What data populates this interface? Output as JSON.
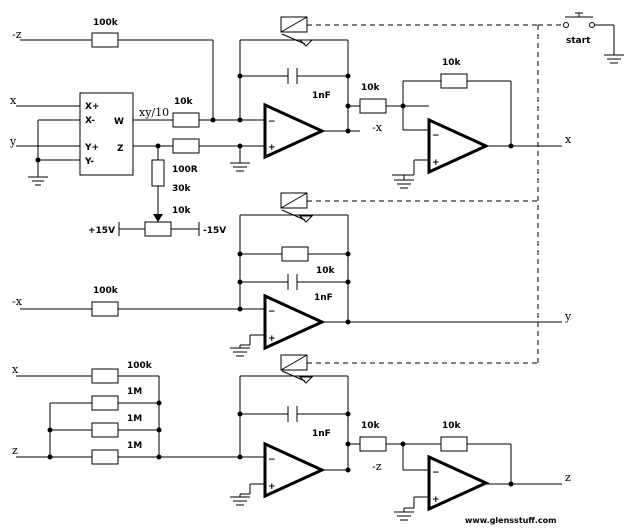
{
  "signals": {
    "in_neg_z": "-z",
    "in_x_top": "x",
    "in_y_top": "y",
    "in_neg_x": "-x",
    "in_x_bottom": "x",
    "in_z_bottom": "z",
    "mult_out": "xy/10",
    "out_neg_x": "-x",
    "out_x": "x",
    "out_y": "y",
    "out_neg_z": "-z",
    "out_z": "z"
  },
  "multiplier": {
    "x_plus": "X+",
    "x_minus": "X-",
    "y_plus": "Y+",
    "y_minus": "Y-",
    "w": "W",
    "z": "Z"
  },
  "components": {
    "r_negz": "100k",
    "r_mult": "10k",
    "cap1": "1nF",
    "r_inv1_in": "10k",
    "r_inv1_fb": "10k",
    "r_100R": "100R",
    "r_30k": "30k",
    "pot": "10k",
    "plus15": "+15V",
    "minus15": "-15V",
    "r_fb2": "10k",
    "cap2": "1nF",
    "r_negx": "100k",
    "r_x3": "100k",
    "r_1m_a": "1M",
    "r_1m_b": "1M",
    "r_1m_c": "1M",
    "cap3": "1nF",
    "r_inv3_in": "10k",
    "r_inv3_fb": "10k"
  },
  "op_amp": {
    "minus": "−",
    "plus": "+"
  },
  "start_label": "start",
  "watermark": "www.glensstuff.com"
}
